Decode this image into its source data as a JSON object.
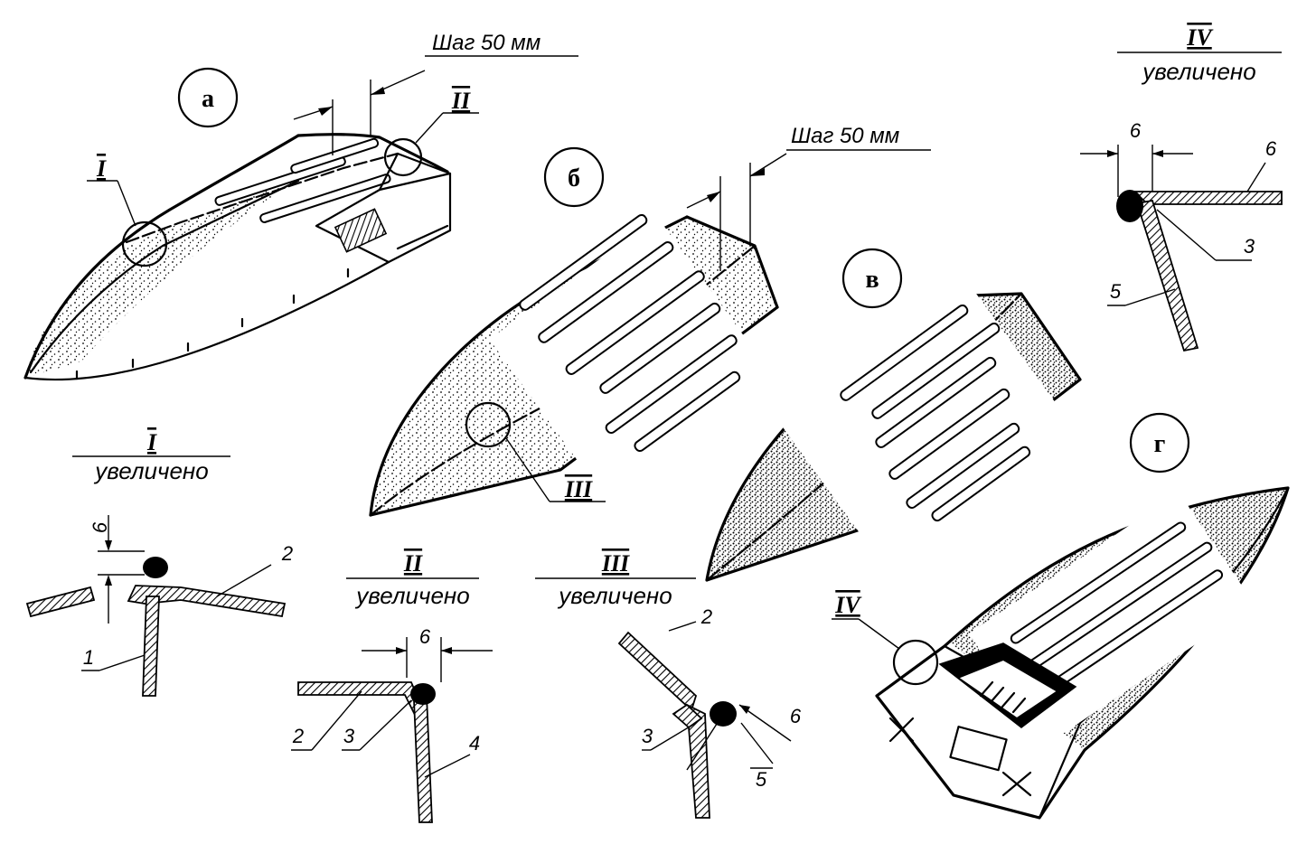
{
  "panels": [
    {
      "id": "a",
      "label": "а"
    },
    {
      "id": "b",
      "label": "б"
    },
    {
      "id": "v",
      "label": "в"
    },
    {
      "id": "g",
      "label": "г"
    }
  ],
  "pitch_notes": {
    "a": "Шаг 50 мм",
    "b": "Шаг 50 мм"
  },
  "detail_refs": {
    "I": "I",
    "II": "II",
    "III": "III",
    "IV": "IV"
  },
  "details": {
    "I": {
      "title": "I",
      "subtitle": "увеличено",
      "dimension": "6",
      "parts": [
        "1",
        "2"
      ]
    },
    "II": {
      "title": "II",
      "subtitle": "увеличено",
      "dimension": "6",
      "parts": [
        "2",
        "3",
        "4"
      ]
    },
    "III": {
      "title": "III",
      "subtitle": "увеличено",
      "dimension": "6",
      "parts": [
        "2",
        "3",
        "5"
      ]
    },
    "IV": {
      "title": "IV",
      "subtitle": "увеличено",
      "dimension": "6",
      "parts": [
        "6",
        "3",
        "5"
      ]
    }
  }
}
